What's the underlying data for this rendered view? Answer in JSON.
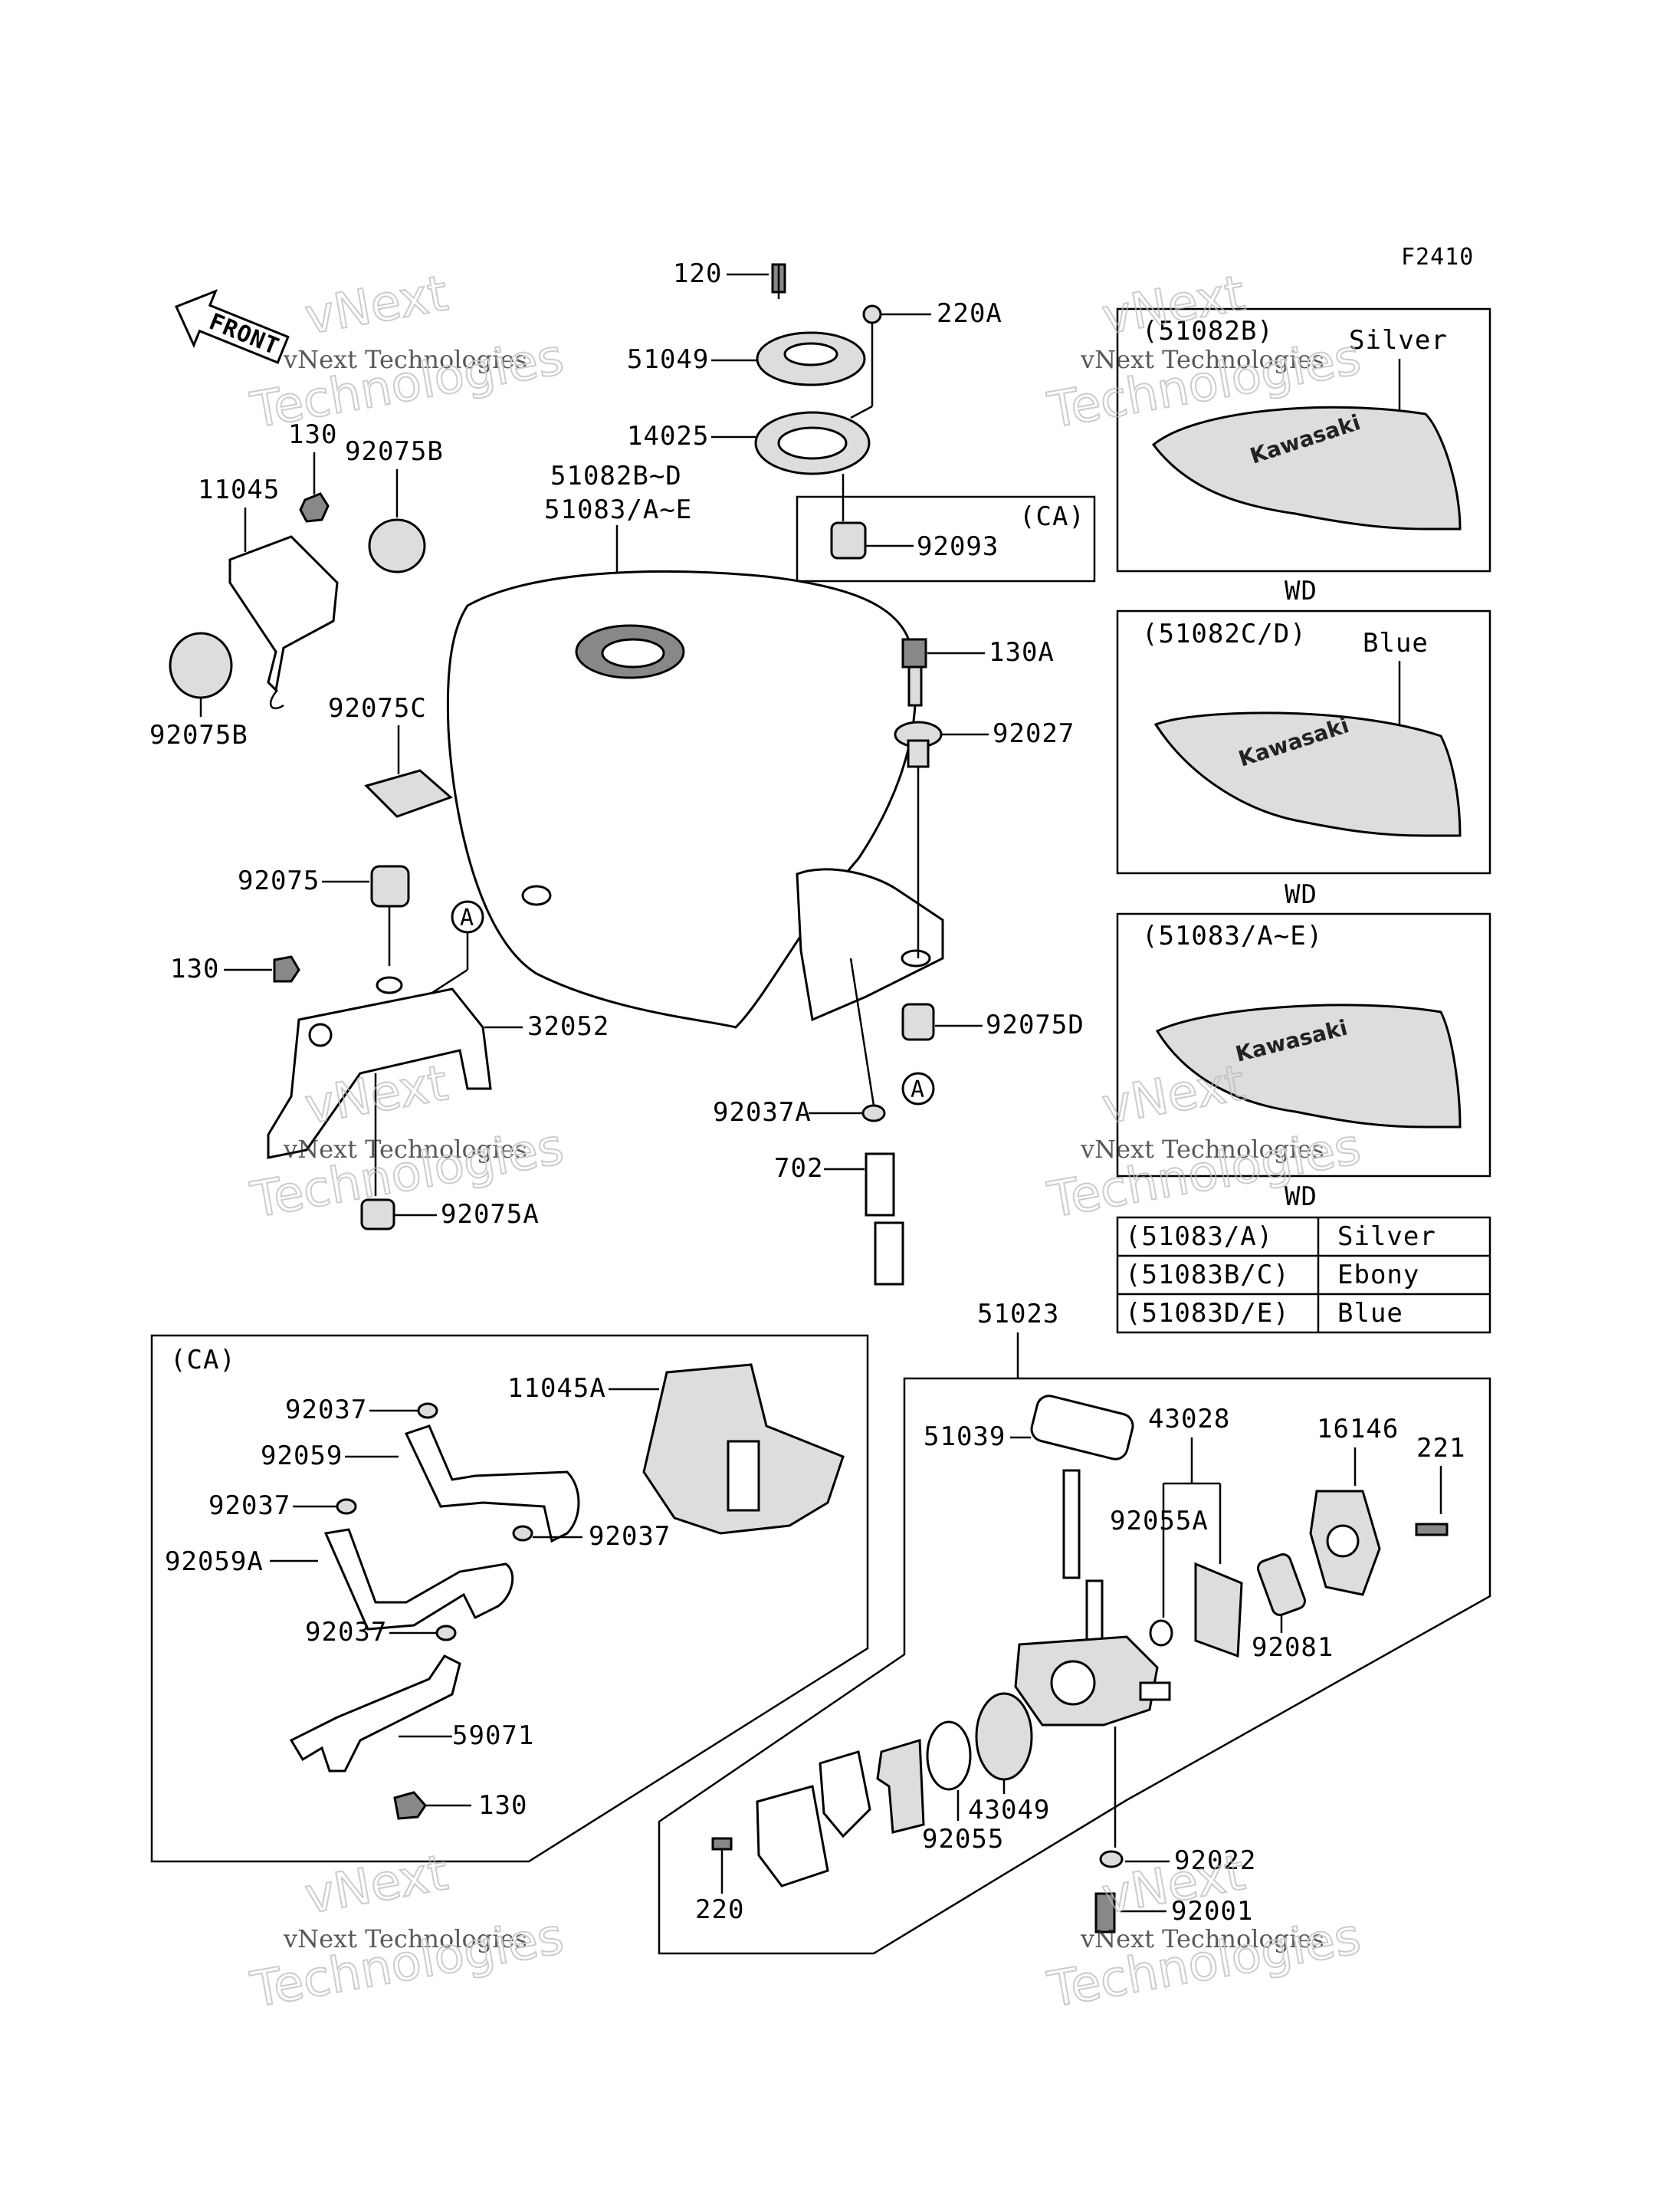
{
  "figure_code": "F2410",
  "front_label": "FRONT",
  "watermark": {
    "line1": "vNext Technologies",
    "line2": "vNext",
    "line3": "Technologies"
  },
  "parts": {
    "p120": "120",
    "p220A": "220A",
    "p51049": "51049",
    "p14025": "14025",
    "p92093": "92093",
    "ca_box": "(CA)",
    "p51082BD": "51082B~D",
    "p51083AE": "51083/A~E",
    "p130_top": "130",
    "p92075B_top": "92075B",
    "p11045": "11045",
    "p92075B_bot": "92075B",
    "p92075C": "92075C",
    "p92075": "92075",
    "p130_mid": "130",
    "p32052": "32052",
    "p92075A": "92075A",
    "circleA1": "A",
    "circleA2": "A",
    "p130A": "130A",
    "p92027": "92027",
    "p92075D": "92075D",
    "p92037A": "92037A",
    "p702": "702",
    "ca_lower": "(CA)",
    "p92037_1": "92037",
    "p92059": "92059",
    "p92037_2": "92037",
    "p92059A": "92059A",
    "p92037_3": "92037",
    "p92037_4": "92037",
    "p11045A": "11045A",
    "p59071": "59071",
    "p130_bot": "130",
    "p51023": "51023",
    "p51039": "51039",
    "p43028": "43028",
    "p16146": "16146",
    "p221": "221",
    "p92055A": "92055A",
    "p92081": "92081",
    "p43049": "43049",
    "p92055": "92055",
    "p92022": "92022",
    "p220": "220",
    "p92001": "92001"
  },
  "variants": [
    {
      "code": "(51082B)",
      "color": "Silver",
      "region": "WD"
    },
    {
      "code": "(51082C/D)",
      "color": "Blue",
      "region": "WD"
    },
    {
      "code": "(51083/A~E)",
      "color": "",
      "region": "WD"
    }
  ],
  "brand": "Kawasaki",
  "color_table": [
    {
      "code": "(51083/A)",
      "color": "Silver"
    },
    {
      "code": "(51083B/C)",
      "color": "Ebony"
    },
    {
      "code": "(51083D/E)",
      "color": "Blue"
    }
  ]
}
